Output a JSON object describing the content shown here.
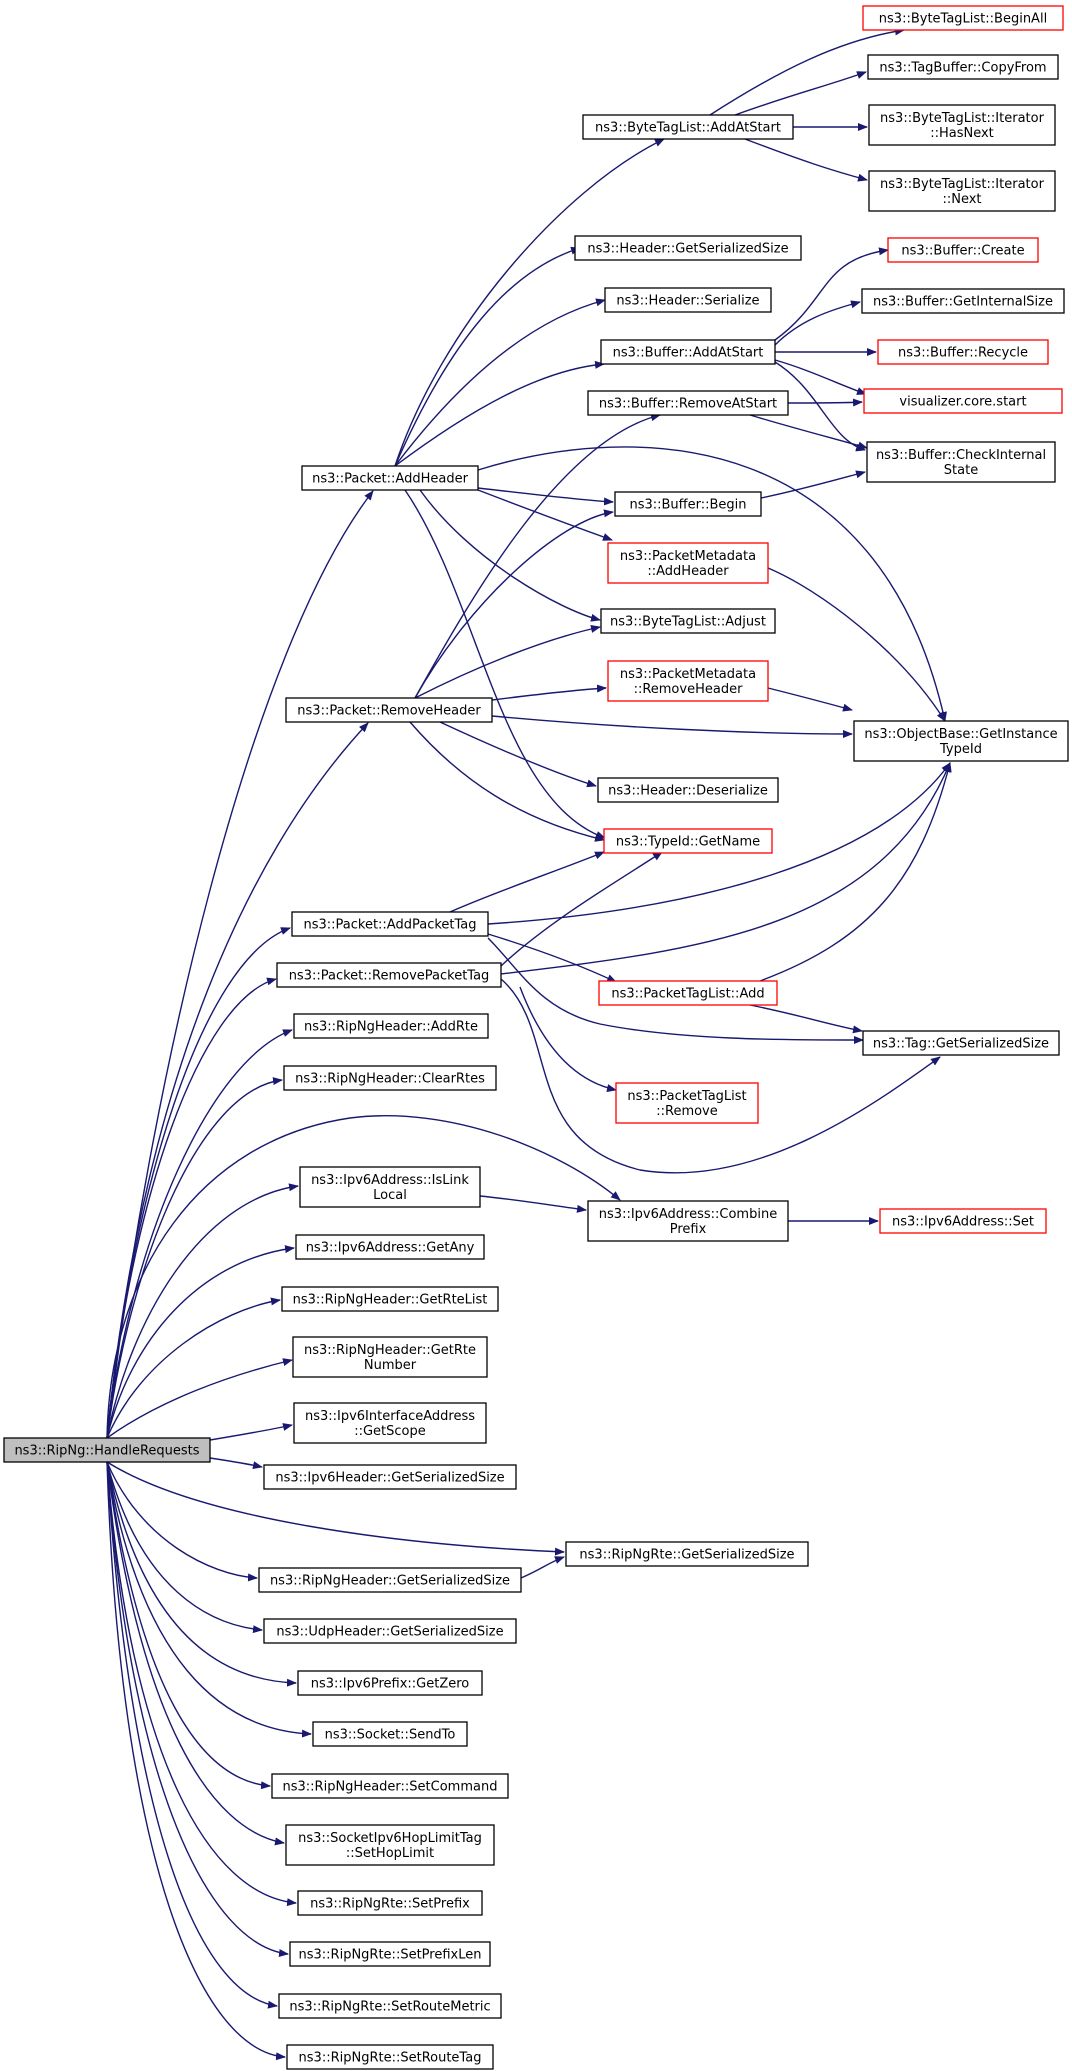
{
  "colors": {
    "edge": "#191970",
    "node_border": "#000000",
    "node_border_undocumented": "#ff0000",
    "root_fill": "#bfbfbf",
    "node_fill": "#ffffff"
  },
  "nodes": [
    {
      "id": "root",
      "lines": [
        "ns3::RipNg::HandleRequests"
      ],
      "style": "root"
    },
    {
      "id": "addHeader",
      "lines": [
        "ns3::Packet::AddHeader"
      ],
      "style": "normal"
    },
    {
      "id": "removeHeader",
      "lines": [
        "ns3::Packet::RemoveHeader"
      ],
      "style": "normal"
    },
    {
      "id": "addPacketTag",
      "lines": [
        "ns3::Packet::AddPacketTag"
      ],
      "style": "normal"
    },
    {
      "id": "removePacketTag",
      "lines": [
        "ns3::Packet::RemovePacketTag"
      ],
      "style": "normal"
    },
    {
      "id": "addRte",
      "lines": [
        "ns3::RipNgHeader::AddRte"
      ],
      "style": "normal"
    },
    {
      "id": "clearRtes",
      "lines": [
        "ns3::RipNgHeader::ClearRtes"
      ],
      "style": "normal"
    },
    {
      "id": "isLinkLocal",
      "lines": [
        "ns3::Ipv6Address::IsLink",
        "Local"
      ],
      "style": "normal"
    },
    {
      "id": "getAny",
      "lines": [
        "ns3::Ipv6Address::GetAny"
      ],
      "style": "normal"
    },
    {
      "id": "getRteList",
      "lines": [
        "ns3::RipNgHeader::GetRteList"
      ],
      "style": "normal"
    },
    {
      "id": "getRteNumber",
      "lines": [
        "ns3::RipNgHeader::GetRte",
        "Number"
      ],
      "style": "normal"
    },
    {
      "id": "getScope",
      "lines": [
        "ns3::Ipv6InterfaceAddress",
        "::GetScope"
      ],
      "style": "normal"
    },
    {
      "id": "ipv6HdrSize",
      "lines": [
        "ns3::Ipv6Header::GetSerializedSize"
      ],
      "style": "normal"
    },
    {
      "id": "ripHdrSize",
      "lines": [
        "ns3::RipNgHeader::GetSerializedSize"
      ],
      "style": "normal"
    },
    {
      "id": "udpHdrSize",
      "lines": [
        "ns3::UdpHeader::GetSerializedSize"
      ],
      "style": "normal"
    },
    {
      "id": "getZero",
      "lines": [
        "ns3::Ipv6Prefix::GetZero"
      ],
      "style": "normal"
    },
    {
      "id": "sendTo",
      "lines": [
        "ns3::Socket::SendTo"
      ],
      "style": "normal"
    },
    {
      "id": "setCommand",
      "lines": [
        "ns3::RipNgHeader::SetCommand"
      ],
      "style": "normal"
    },
    {
      "id": "setHopLimit",
      "lines": [
        "ns3::SocketIpv6HopLimitTag",
        "::SetHopLimit"
      ],
      "style": "normal"
    },
    {
      "id": "setPrefix",
      "lines": [
        "ns3::RipNgRte::SetPrefix"
      ],
      "style": "normal"
    },
    {
      "id": "setPrefixLen",
      "lines": [
        "ns3::RipNgRte::SetPrefixLen"
      ],
      "style": "normal"
    },
    {
      "id": "setRouteMetric",
      "lines": [
        "ns3::RipNgRte::SetRouteMetric"
      ],
      "style": "normal"
    },
    {
      "id": "setRouteTag",
      "lines": [
        "ns3::RipNgRte::SetRouteTag"
      ],
      "style": "normal"
    },
    {
      "id": "btlAddAtStart",
      "lines": [
        "ns3::ByteTagList::AddAtStart"
      ],
      "style": "normal"
    },
    {
      "id": "hdrSize",
      "lines": [
        "ns3::Header::GetSerializedSize"
      ],
      "style": "normal"
    },
    {
      "id": "hdrSerialize",
      "lines": [
        "ns3::Header::Serialize"
      ],
      "style": "normal"
    },
    {
      "id": "bufAddAtStart",
      "lines": [
        "ns3::Buffer::AddAtStart"
      ],
      "style": "normal"
    },
    {
      "id": "bufRemoveAtStart",
      "lines": [
        "ns3::Buffer::RemoveAtStart"
      ],
      "style": "normal"
    },
    {
      "id": "bufBegin",
      "lines": [
        "ns3::Buffer::Begin"
      ],
      "style": "normal"
    },
    {
      "id": "pmAddHeader",
      "lines": [
        "ns3::PacketMetadata",
        "::AddHeader"
      ],
      "style": "undocumented"
    },
    {
      "id": "btlAdjust",
      "lines": [
        "ns3::ByteTagList::Adjust"
      ],
      "style": "normal"
    },
    {
      "id": "pmRemoveHeader",
      "lines": [
        "ns3::PacketMetadata",
        "::RemoveHeader"
      ],
      "style": "undocumented"
    },
    {
      "id": "hdrDeserialize",
      "lines": [
        "ns3::Header::Deserialize"
      ],
      "style": "normal"
    },
    {
      "id": "typeIdGetName",
      "lines": [
        "ns3::TypeId::GetName"
      ],
      "style": "undocumented"
    },
    {
      "id": "ptlAdd",
      "lines": [
        "ns3::PacketTagList::Add"
      ],
      "style": "undocumented"
    },
    {
      "id": "ptlRemove",
      "lines": [
        "ns3::PacketTagList",
        "::Remove"
      ],
      "style": "undocumented"
    },
    {
      "id": "combinePrefix",
      "lines": [
        "ns3::Ipv6Address::Combine",
        "Prefix"
      ],
      "style": "normal"
    },
    {
      "id": "rteSize",
      "lines": [
        "ns3::RipNgRte::GetSerializedSize"
      ],
      "style": "normal"
    },
    {
      "id": "btlBeginAll",
      "lines": [
        "ns3::ByteTagList::BeginAll"
      ],
      "style": "undocumented"
    },
    {
      "id": "tbCopyFrom",
      "lines": [
        "ns3::TagBuffer::CopyFrom"
      ],
      "style": "normal"
    },
    {
      "id": "btlHasNext",
      "lines": [
        "ns3::ByteTagList::Iterator",
        "::HasNext"
      ],
      "style": "normal"
    },
    {
      "id": "btlNext",
      "lines": [
        "ns3::ByteTagList::Iterator",
        "::Next"
      ],
      "style": "normal"
    },
    {
      "id": "bufCreate",
      "lines": [
        "ns3::Buffer::Create"
      ],
      "style": "undocumented"
    },
    {
      "id": "bufInternalSize",
      "lines": [
        "ns3::Buffer::GetInternalSize"
      ],
      "style": "normal"
    },
    {
      "id": "bufRecycle",
      "lines": [
        "ns3::Buffer::Recycle"
      ],
      "style": "undocumented"
    },
    {
      "id": "vizStart",
      "lines": [
        "visualizer.core.start"
      ],
      "style": "undocumented"
    },
    {
      "id": "bufCheckState",
      "lines": [
        "ns3::Buffer::CheckInternal",
        "State"
      ],
      "style": "normal"
    },
    {
      "id": "obGetTypeId",
      "lines": [
        "ns3::ObjectBase::GetInstance",
        "TypeId"
      ],
      "style": "normal"
    },
    {
      "id": "tagSize",
      "lines": [
        "ns3::Tag::GetSerializedSize"
      ],
      "style": "normal"
    },
    {
      "id": "ipv6Set",
      "lines": [
        "ns3::Ipv6Address::Set"
      ],
      "style": "undocumented"
    }
  ],
  "edges": [
    [
      "root",
      "addHeader"
    ],
    [
      "root",
      "removeHeader"
    ],
    [
      "root",
      "addPacketTag"
    ],
    [
      "root",
      "removePacketTag"
    ],
    [
      "root",
      "addRte"
    ],
    [
      "root",
      "clearRtes"
    ],
    [
      "root",
      "combinePrefix"
    ],
    [
      "root",
      "isLinkLocal"
    ],
    [
      "root",
      "getAny"
    ],
    [
      "root",
      "getRteList"
    ],
    [
      "root",
      "getRteNumber"
    ],
    [
      "root",
      "getScope"
    ],
    [
      "root",
      "ipv6HdrSize"
    ],
    [
      "root",
      "rteSize"
    ],
    [
      "root",
      "ripHdrSize"
    ],
    [
      "root",
      "udpHdrSize"
    ],
    [
      "root",
      "getZero"
    ],
    [
      "root",
      "sendTo"
    ],
    [
      "root",
      "setCommand"
    ],
    [
      "root",
      "setHopLimit"
    ],
    [
      "root",
      "setPrefix"
    ],
    [
      "root",
      "setPrefixLen"
    ],
    [
      "root",
      "setRouteMetric"
    ],
    [
      "root",
      "setRouteTag"
    ],
    [
      "addHeader",
      "btlAddAtStart"
    ],
    [
      "addHeader",
      "hdrSize"
    ],
    [
      "addHeader",
      "hdrSerialize"
    ],
    [
      "addHeader",
      "bufAddAtStart"
    ],
    [
      "addHeader",
      "obGetTypeId"
    ],
    [
      "addHeader",
      "bufBegin"
    ],
    [
      "addHeader",
      "pmAddHeader"
    ],
    [
      "addHeader",
      "btlAdjust"
    ],
    [
      "addHeader",
      "typeIdGetName"
    ],
    [
      "removeHeader",
      "bufRemoveAtStart"
    ],
    [
      "removeHeader",
      "bufBegin"
    ],
    [
      "removeHeader",
      "btlAdjust"
    ],
    [
      "removeHeader",
      "pmRemoveHeader"
    ],
    [
      "removeHeader",
      "obGetTypeId"
    ],
    [
      "removeHeader",
      "hdrDeserialize"
    ],
    [
      "removeHeader",
      "typeIdGetName"
    ],
    [
      "addPacketTag",
      "typeIdGetName"
    ],
    [
      "addPacketTag",
      "obGetTypeId"
    ],
    [
      "addPacketTag",
      "ptlAdd"
    ],
    [
      "addPacketTag",
      "tagSize"
    ],
    [
      "removePacketTag",
      "typeIdGetName"
    ],
    [
      "removePacketTag",
      "obGetTypeId"
    ],
    [
      "removePacketTag",
      "ptlRemove"
    ],
    [
      "removePacketTag",
      "tagSize"
    ],
    [
      "btlAddAtStart",
      "btlBeginAll"
    ],
    [
      "btlAddAtStart",
      "tbCopyFrom"
    ],
    [
      "btlAddAtStart",
      "btlHasNext"
    ],
    [
      "btlAddAtStart",
      "btlNext"
    ],
    [
      "bufAddAtStart",
      "bufCreate"
    ],
    [
      "bufAddAtStart",
      "bufInternalSize"
    ],
    [
      "bufAddAtStart",
      "bufRecycle"
    ],
    [
      "bufAddAtStart",
      "vizStart"
    ],
    [
      "bufAddAtStart",
      "bufCheckState"
    ],
    [
      "bufRemoveAtStart",
      "vizStart"
    ],
    [
      "bufRemoveAtStart",
      "bufCheckState"
    ],
    [
      "bufBegin",
      "bufCheckState"
    ],
    [
      "pmAddHeader",
      "obGetTypeId"
    ],
    [
      "pmRemoveHeader",
      "obGetTypeId"
    ],
    [
      "ptlAdd",
      "obGetTypeId"
    ],
    [
      "ptlAdd",
      "tagSize"
    ],
    [
      "isLinkLocal",
      "combinePrefix"
    ],
    [
      "combinePrefix",
      "ipv6Set"
    ],
    [
      "ripHdrSize",
      "rteSize"
    ]
  ]
}
